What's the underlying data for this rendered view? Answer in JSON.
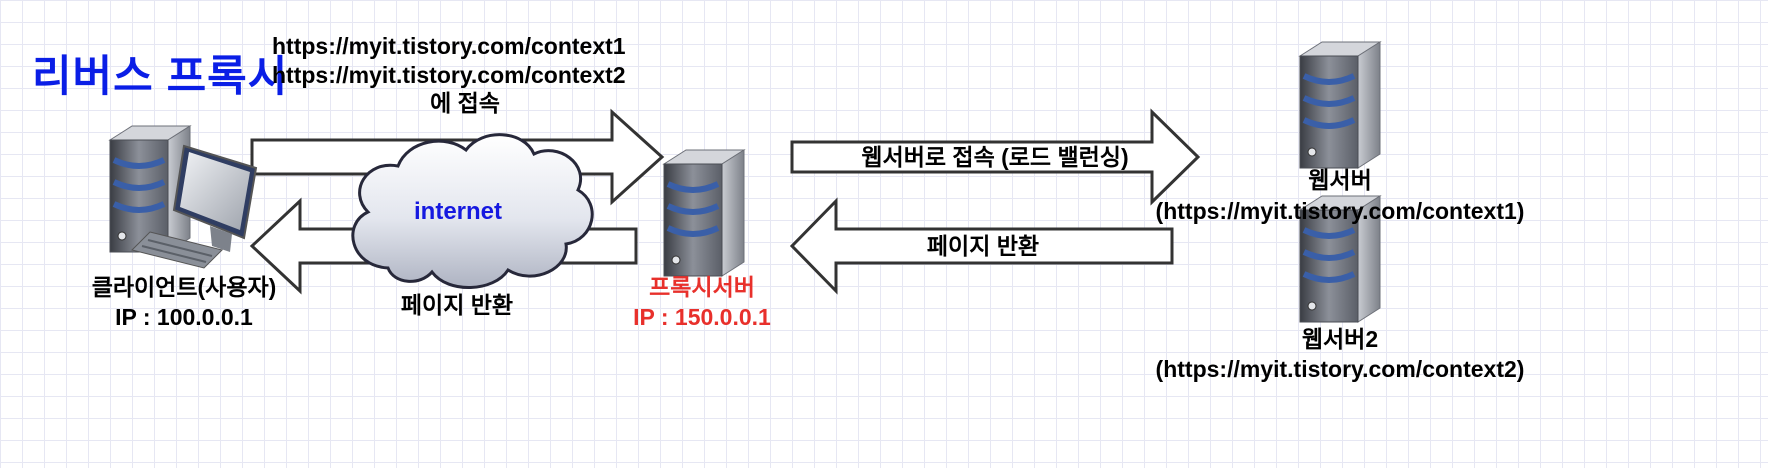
{
  "title": "리버스 프록시",
  "request": {
    "url1": "https://myit.tistory.com/context1",
    "url2": "https://myit.tistory.com/context2",
    "suffix": "에 접속"
  },
  "cloud_label": "internet",
  "client": {
    "name": "클라이언트(사용자)",
    "ip": "IP : 100.0.0.1"
  },
  "proxy": {
    "name": "프록시서버",
    "ip": "IP : 150.0.0.1"
  },
  "left_return_label": "페이지 반환",
  "right_forward_label": "웹서버로 접속 (로드 밸런싱)",
  "right_return_label": "페이지 반환",
  "webserver1": {
    "name": "웹서버",
    "url": "(https://myit.tistory.com/context1)"
  },
  "webserver2": {
    "name": "웹서버2",
    "url": "(https://myit.tistory.com/context2)"
  },
  "colors": {
    "title": "#0a1ee6",
    "proxy_text": "#e8302b",
    "internet_text": "#1518e0",
    "grid": "#e6e7f3"
  }
}
